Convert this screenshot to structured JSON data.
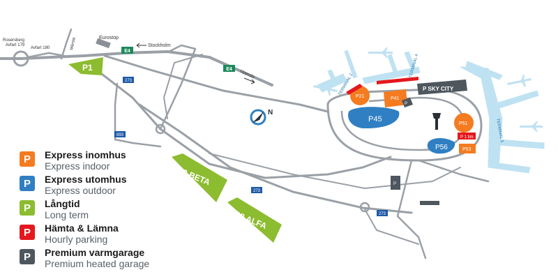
{
  "map": {
    "places": {
      "rosersberg": "Rosersberg",
      "avfart179": "Avfart 179",
      "avfart180": "Avfart 180",
      "marsta": "Märsta",
      "eurostop": "Eurostop",
      "stockholm": "Stockholm",
      "uppsala": "Uppsala",
      "terminal2": "TERMINAL 2",
      "terminal4": "TERMINAL 4",
      "terminal5": "TERMINAL 5",
      "psky": "P SKY CITY",
      "p_iconlabel": "P"
    },
    "roads": {
      "e4a": "E4",
      "e4b": "E4",
      "r273a": "273",
      "r273b": "273",
      "r273c": "273",
      "r893": "893"
    },
    "compass": "N",
    "parking": {
      "p1": "P1",
      "p2": "P2 BETA",
      "p3": "P3 ALFA",
      "p21": "P21",
      "p41": "P41",
      "p45": "P45",
      "p56": "P56",
      "p51": "P51",
      "p53": "P53",
      "p1tim": "P 1 tim"
    },
    "colors": {
      "express_indoor": "#f47b20",
      "express_outdoor": "#2f7fc2",
      "long_term": "#8cbc2f",
      "hourly": "#e4181e",
      "premium": "#4e565e",
      "road": "#9aa0a6",
      "terminal": "#bfe2f2"
    }
  },
  "legend": {
    "badge": "P",
    "items": [
      {
        "sv": "Express inomhus",
        "en": "Express indoor",
        "color": "#f47b20"
      },
      {
        "sv": "Express utomhus",
        "en": "Express outdoor",
        "color": "#2f7fc2"
      },
      {
        "sv": "Långtid",
        "en": "Long term",
        "color": "#8cbc2f"
      },
      {
        "sv": "Hämta & Lämna",
        "en": "Hourly parking",
        "color": "#e4181e"
      },
      {
        "sv": "Premium varmgarage",
        "en": "Premium heated garage",
        "color": "#4e565e"
      }
    ]
  }
}
